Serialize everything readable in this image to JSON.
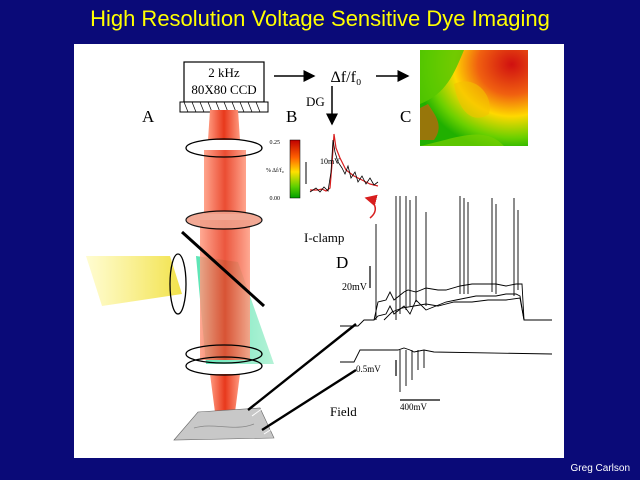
{
  "slide": {
    "title": "High Resolution Voltage Sensitive Dye Imaging",
    "credit": "Greg Carlson"
  },
  "diagram": {
    "camera": {
      "line1": "2 kHz",
      "line2": "80X80 CCD"
    },
    "ratio_label": "Δf/f₀",
    "dg_label": "DG",
    "panel_labels": {
      "a": "A",
      "b": "B",
      "c": "C",
      "d": "D"
    },
    "colorbar": {
      "top": "0.25",
      "bottom": "0.00",
      "axis": "% Δf/f₀"
    },
    "trace_scale": "10mV",
    "iclamp_label": "I-clamp",
    "scale_20mv": "20mV",
    "scale_05mv": "0.5mV",
    "scale_400mv": "400mV",
    "field_label": "Field"
  },
  "colors": {
    "background": "#0a0a78",
    "title": "#ffff00",
    "light_beam": "#e84a2a",
    "excitation": "#f5f08a",
    "emission": "#3ad6a8",
    "annotation_arrow": "#d81e1e"
  }
}
